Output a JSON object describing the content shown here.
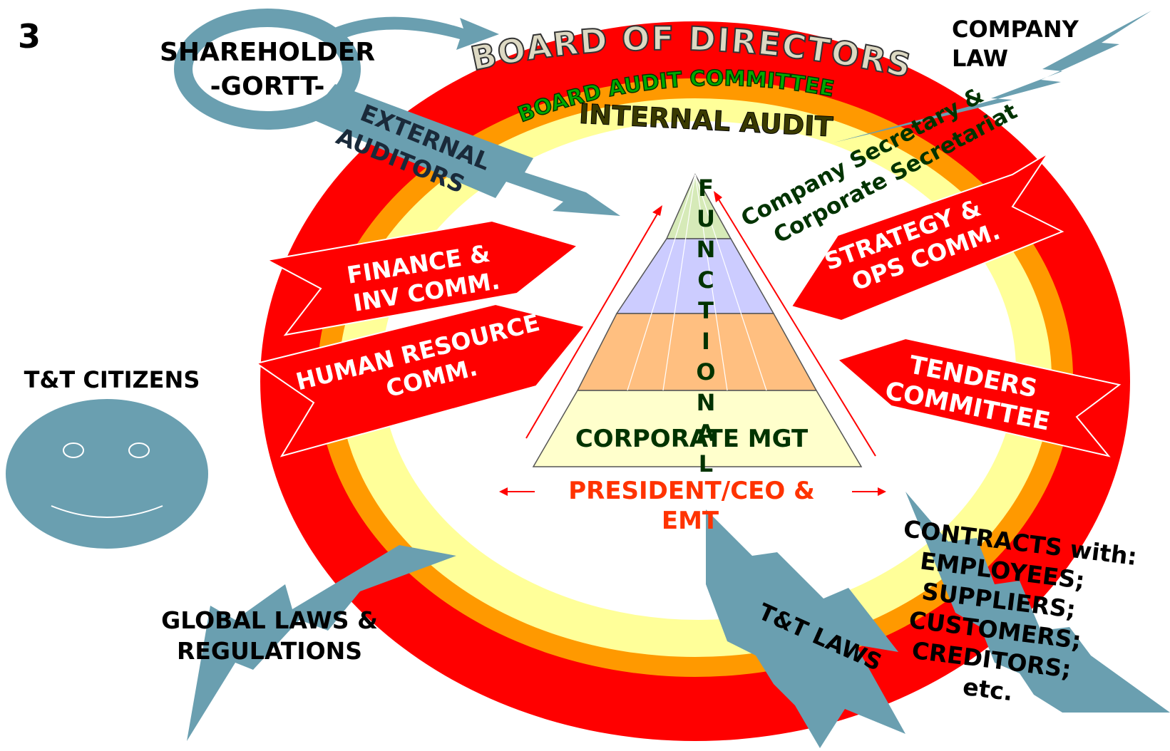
{
  "slide_number": "3",
  "shareholder": {
    "line1": "SHAREHOLDER",
    "line2": "-GORTT-"
  },
  "citizens": "T&T CITIZENS",
  "company_law": {
    "line1": "COMPANY",
    "line2": "LAW"
  },
  "rings": {
    "board": "BOARD OF DIRECTORS",
    "audit_committee": "BOARD AUDIT COMMITTEE",
    "internal_audit": "INTERNAL AUDIT"
  },
  "external_auditors": {
    "line1": "EXTERNAL",
    "line2": "AUDITORS"
  },
  "company_secretary": {
    "line1": "Company Secretary &",
    "line2": "Corporate Secretariat"
  },
  "committees": {
    "finance": {
      "line1": "FINANCE &",
      "line2": "INV COMM."
    },
    "hr": {
      "line1": "HUMAN RESOURCE",
      "line2": "COMM."
    },
    "strategy": {
      "line1": "STRATEGY &",
      "line2": "OPS COMM."
    },
    "tenders": {
      "line1": "TENDERS",
      "line2": "COMMITTEE"
    }
  },
  "pyramid": {
    "vertical_letters": [
      "F",
      "U",
      "N",
      "C",
      "T",
      "I",
      "O",
      "N",
      "A",
      "L"
    ],
    "base_label": "CORPORATE MGT"
  },
  "president": {
    "line1": "PRESIDENT/CEO &",
    "line2": "EMT"
  },
  "global_laws": {
    "line1": "GLOBAL LAWS &",
    "line2": "REGULATIONS"
  },
  "tt_laws": "T&T LAWS",
  "contracts": [
    "CONTRACTS with:",
    "EMPLOYEES;",
    "SUPPLIERS;",
    "CUSTOMERS;",
    "CREDITORS;",
    "etc."
  ],
  "colors": {
    "outer_ring": "#ff0000",
    "middle_ring": "#ff9900",
    "inner_ring": "#ffff99",
    "steel_blue": "#6a9fb0",
    "dark_green": "#003300",
    "pyramid_top": "#d6eab8",
    "pyramid_second": "#ccccff",
    "pyramid_third": "#ffbf80",
    "pyramid_base": "#ffffcc",
    "president_text": "#ff3300"
  }
}
